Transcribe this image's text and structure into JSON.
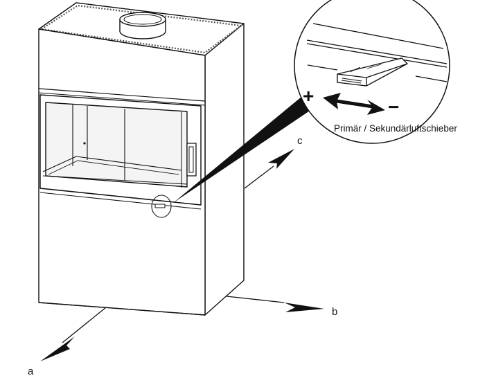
{
  "detail": {
    "label": "Primär / Sekundärluftschieber",
    "plus": "+",
    "minus": "−"
  },
  "axes": {
    "a": "a",
    "b": "b",
    "c": "c"
  },
  "colors": {
    "line": "#111111",
    "fill": "#ffffff",
    "glass": "#f4f4f4"
  }
}
